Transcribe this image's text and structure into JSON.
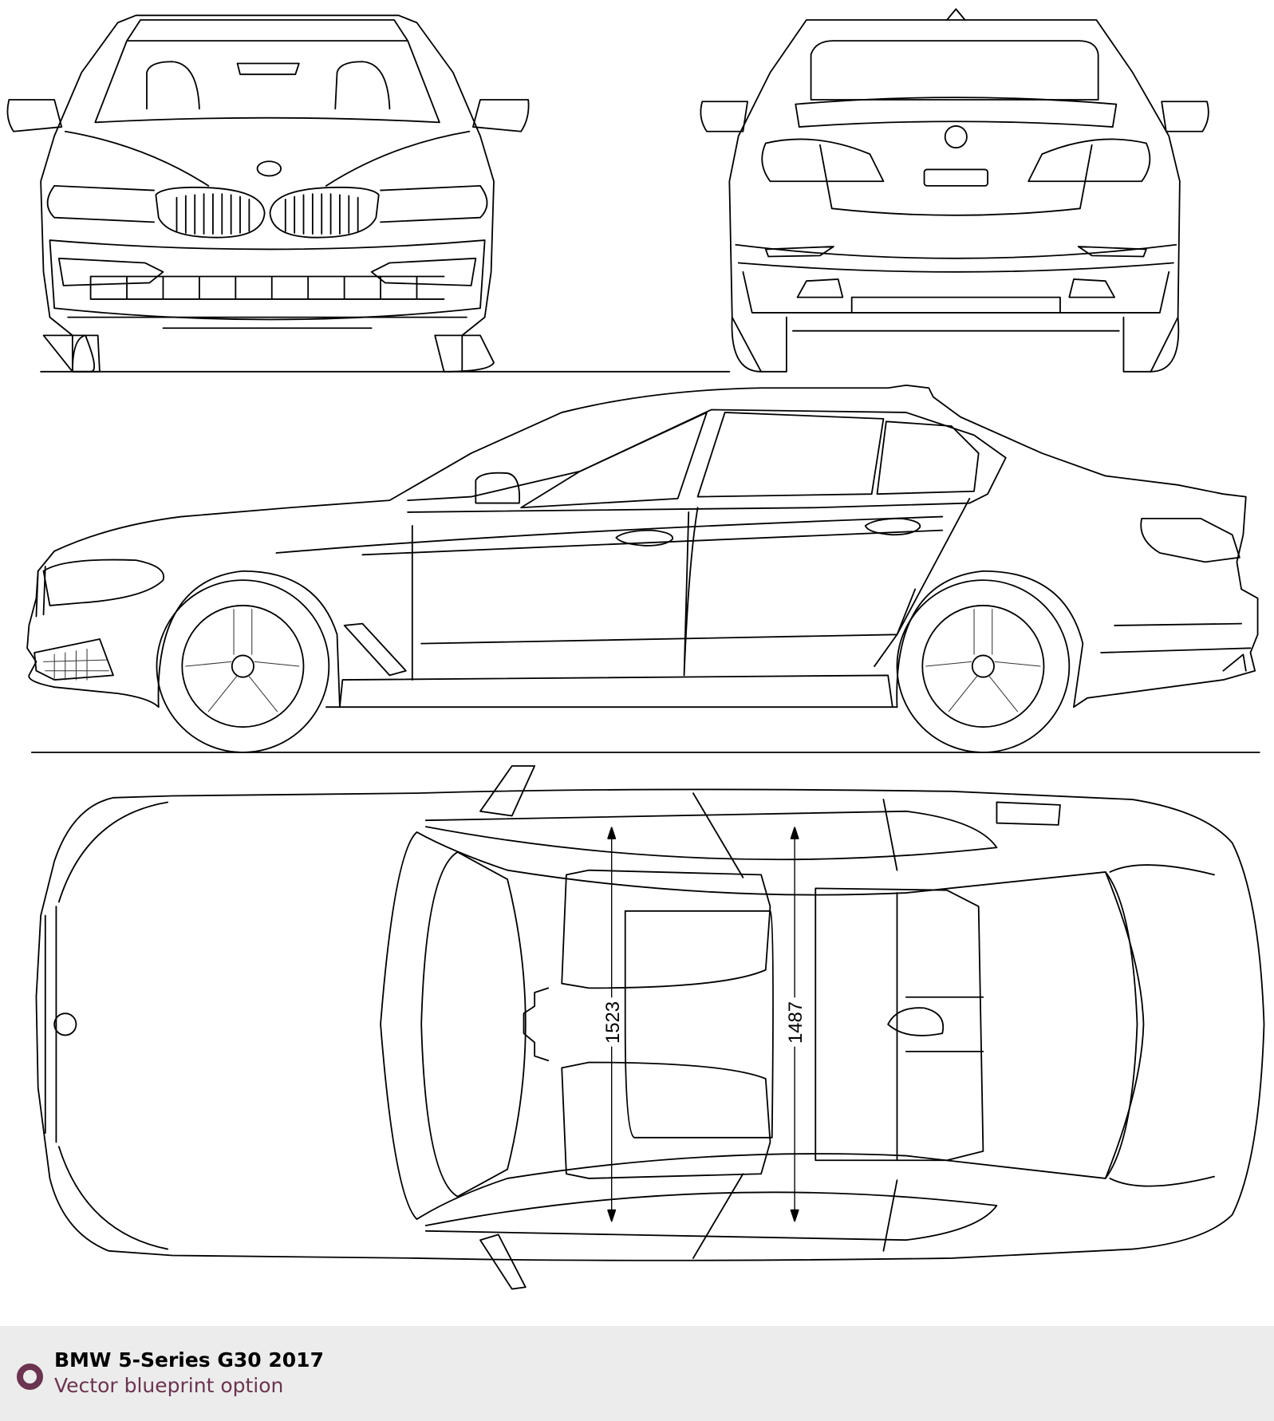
{
  "drawing": {
    "views": [
      "front",
      "rear",
      "side",
      "top"
    ],
    "dimensions": {
      "front_track": "1523",
      "rear_track": "1487"
    }
  },
  "footer": {
    "title": "BMW 5-Series G30 2017",
    "subtitle": "Vector blueprint option",
    "icon": "ring-icon",
    "accent_color": "#6b3450",
    "background_color": "#ececec"
  }
}
